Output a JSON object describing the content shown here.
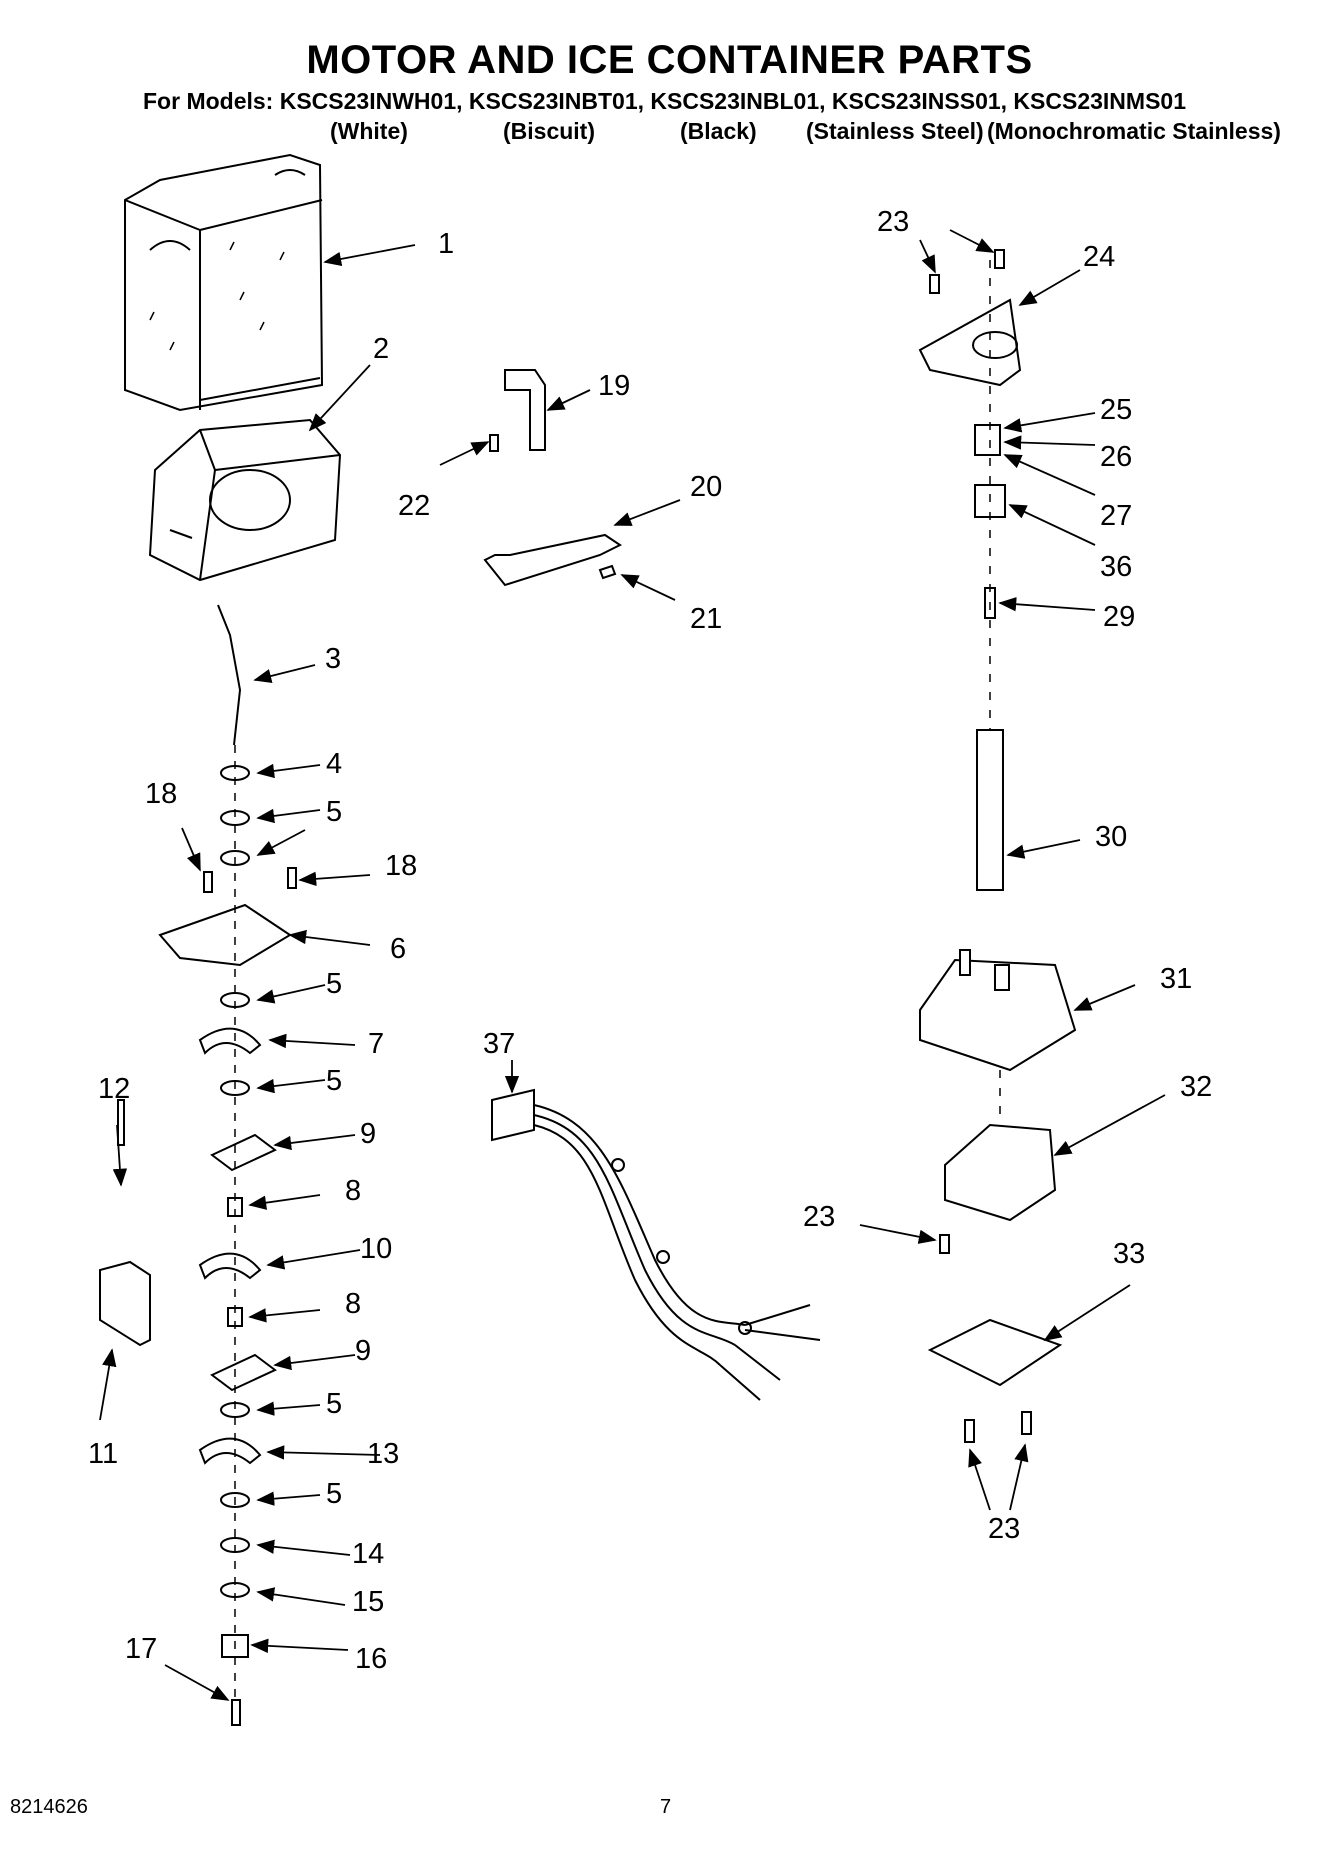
{
  "header": {
    "title": "MOTOR AND ICE CONTAINER PARTS",
    "models_line": "For Models: KSCS23INWH01, KSCS23INBT01, KSCS23INBL01, KSCS23INSS01, KSCS23INMS01",
    "colors": [
      "(White)",
      "(Biscuit)",
      "(Black)",
      "(Stainless Steel)",
      "(Monochromatic Stainless)"
    ]
  },
  "callouts": {
    "c1": "1",
    "c2": "2",
    "c3": "3",
    "c4": "4",
    "c5a": "5",
    "c5b": "5",
    "c5c": "5",
    "c5d": "5",
    "c5e": "5",
    "c6": "6",
    "c7": "7",
    "c8a": "8",
    "c8b": "8",
    "c9a": "9",
    "c9b": "9",
    "c10": "10",
    "c11": "11",
    "c12": "12",
    "c13": "13",
    "c14": "14",
    "c15": "15",
    "c16": "16",
    "c17": "17",
    "c18a": "18",
    "c18b": "18",
    "c19": "19",
    "c20": "20",
    "c21": "21",
    "c22": "22",
    "c23a": "23",
    "c23b": "23",
    "c23c": "23",
    "c24": "24",
    "c25": "25",
    "c26": "26",
    "c27": "27",
    "c29": "29",
    "c30": "30",
    "c31": "31",
    "c32": "32",
    "c33": "33",
    "c36": "36",
    "c37": "37"
  },
  "footer": {
    "code": "8214626",
    "page": "7"
  }
}
